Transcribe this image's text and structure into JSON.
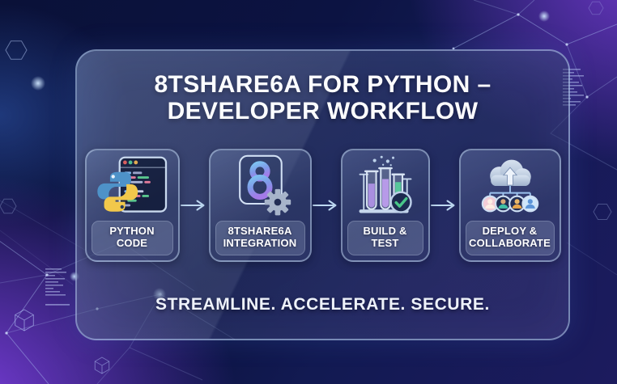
{
  "header": {
    "title_line1": "8TSHARE6A FOR PYTHON –",
    "title_line2": "DEVELOPER WORKFLOW"
  },
  "workflow": {
    "connector_icon": "right-arrow-icon",
    "steps": [
      {
        "icon": "python-logo-code-editor-icon",
        "label_line1": "PYTHON",
        "label_line2": "CODE"
      },
      {
        "icon": "figure-eight-gear-icon",
        "label_line1": "8TSHARE6A",
        "label_line2": "INTEGRATION"
      },
      {
        "icon": "test-tubes-checkmark-icon",
        "label_line1": "BUILD &",
        "label_line2": "TEST"
      },
      {
        "icon": "cloud-upload-team-icon",
        "label_line1": "DEPLOY &",
        "label_line2": "COLLABORATE"
      }
    ]
  },
  "tagline": "STREAMLINE. ACCELERATE. SECURE.",
  "colors": {
    "background_navy": "#0a1240",
    "accent_purple": "#6d3fc0",
    "panel_border": "#bad4f4",
    "arrow": "#bed9f2",
    "python_blue": "#4e92c8",
    "python_yellow": "#f2c84b",
    "eight_gradient_top": "#7ec2f0",
    "eight_gradient_bottom": "#a47ae8",
    "gear_gray": "#a7b4ca",
    "tube_purple": "#a98fe0",
    "tube_green": "#57c79b",
    "check_green": "#49c689"
  }
}
